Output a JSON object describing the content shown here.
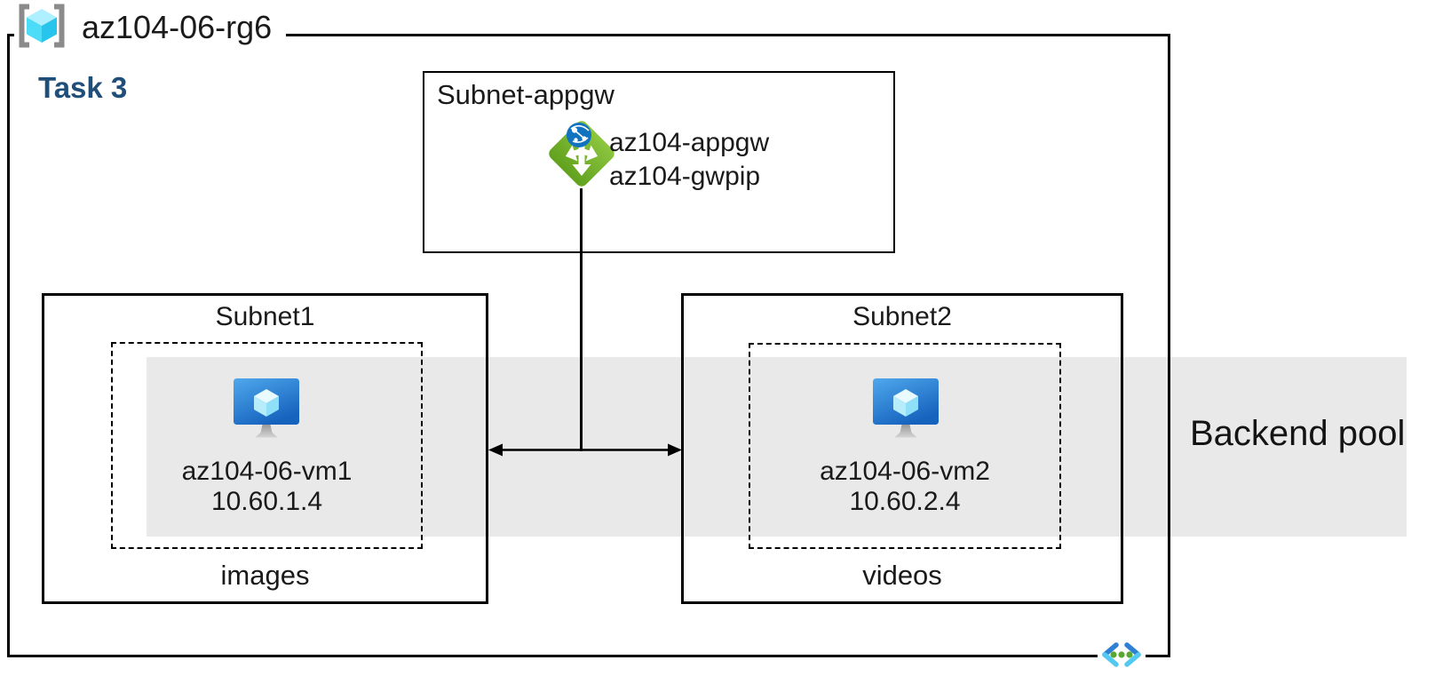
{
  "diagram": {
    "task_label": "Task 3",
    "resource_group": {
      "name": "az104-06-rg6",
      "icon": "resource-group-icon"
    },
    "appgw_subnet": {
      "title": "Subnet-appgw",
      "icon": "application-gateway-icon",
      "gateway_name": "az104-appgw",
      "public_ip_name": "az104-gwpip"
    },
    "subnet1": {
      "title": "Subnet1",
      "vm": {
        "name": "az104-06-vm1",
        "ip": "10.60.1.4",
        "icon": "virtual-machine-icon"
      },
      "caption": "images"
    },
    "subnet2": {
      "title": "Subnet2",
      "vm": {
        "name": "az104-06-vm2",
        "ip": "10.60.2.4",
        "icon": "virtual-machine-icon"
      },
      "caption": "videos"
    },
    "backend_pool": {
      "label": "Backend pool"
    },
    "vnet_icon": "virtual-network-icon",
    "colors": {
      "task_label": "#1f4e79",
      "backend_band": "#e9e9e9",
      "border": "#000000",
      "appgw_green": "#6fae27",
      "appgw_globe_blue": "#1173c0",
      "vm_screen_blue": "#1b66c2",
      "rg_cube_cyan": "#4cdcf8",
      "vnet_chevron_blue": "#2e80d4",
      "vnet_chevron_cyan": "#53c9f2",
      "vnet_dot_green": "#5aa732"
    }
  }
}
